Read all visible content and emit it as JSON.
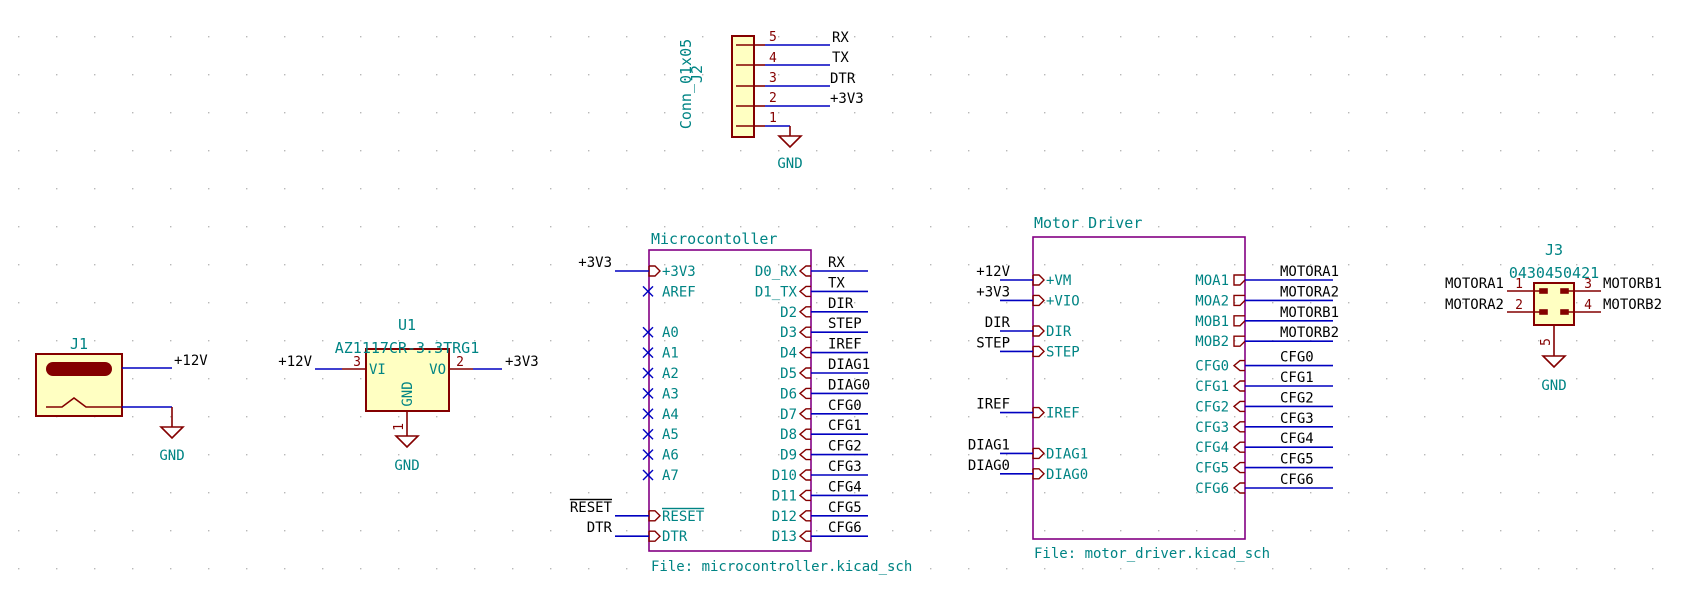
{
  "j2": {
    "ref": "J2",
    "value": "Conn_01x05",
    "pin_nums": [
      "5",
      "4",
      "3",
      "2",
      "1"
    ],
    "labels": [
      "RX",
      "TX",
      "DTR",
      "+3V3"
    ],
    "gnd": "GND"
  },
  "j1": {
    "ref": "J1",
    "net": "+12V",
    "gnd": "GND"
  },
  "u1": {
    "ref": "U1",
    "value": "AZ1117CR-3.3TRG1",
    "pin_vi": "VI",
    "pin_vo": "VO",
    "pin_gnd": "GND",
    "num_vi": "3",
    "num_vo": "2",
    "num_gnd": "1",
    "in_net": "+12V",
    "out_net": "+3V3",
    "gnd": "GND"
  },
  "mcu": {
    "title": "Microcontoller",
    "file": "File: microcontroller.kicad_sch",
    "left_pins": [
      "+3V3",
      "AREF",
      "A0",
      "A1",
      "A2",
      "A3",
      "A4",
      "A5",
      "A6",
      "A7",
      "RESET",
      "DTR"
    ],
    "left_labels": [
      "+3V3",
      "RESET",
      "DTR"
    ],
    "right_pins": [
      "D0_RX",
      "D1_TX",
      "D2",
      "D3",
      "D4",
      "D5",
      "D6",
      "D7",
      "D8",
      "D9",
      "D10",
      "D11",
      "D12",
      "D13"
    ],
    "right_labels": [
      "RX",
      "TX",
      "DIR",
      "STEP",
      "IREF",
      "DIAG1",
      "DIAG0",
      "CFG0",
      "CFG1",
      "CFG2",
      "CFG3",
      "CFG4",
      "CFG5",
      "CFG6"
    ]
  },
  "motor": {
    "title": "Motor Driver",
    "file": "File: motor_driver.kicad_sch",
    "left_pins": [
      "+VM",
      "+VIO",
      "DIR",
      "STEP",
      "IREF",
      "DIAG1",
      "DIAG0"
    ],
    "left_labels": [
      "+12V",
      "+3V3",
      "DIR",
      "STEP",
      "IREF",
      "DIAG1",
      "DIAG0"
    ],
    "right_pins": [
      "MOA1",
      "MOA2",
      "MOB1",
      "MOB2",
      "CFG0",
      "CFG1",
      "CFG2",
      "CFG3",
      "CFG4",
      "CFG5",
      "CFG6"
    ],
    "right_labels": [
      "MOTORA1",
      "MOTORA2",
      "MOTORB1",
      "MOTORB2",
      "CFG0",
      "CFG1",
      "CFG2",
      "CFG3",
      "CFG4",
      "CFG5",
      "CFG6"
    ]
  },
  "j3": {
    "ref": "J3",
    "value": "0430450421",
    "pin_nums": [
      "1",
      "2",
      "3",
      "4",
      "5"
    ],
    "labels": [
      "MOTORA1",
      "MOTORA2",
      "MOTORB1",
      "MOTORB2"
    ],
    "gnd": "GND"
  },
  "colors": {
    "wire": "#0000c0",
    "component_outline": "#840000",
    "component_fill": "#ffffc2",
    "sheet_outline": "#840084",
    "field_text": "#008484",
    "pin_number": "#840000",
    "grid_dot": "#b8b8b8"
  }
}
